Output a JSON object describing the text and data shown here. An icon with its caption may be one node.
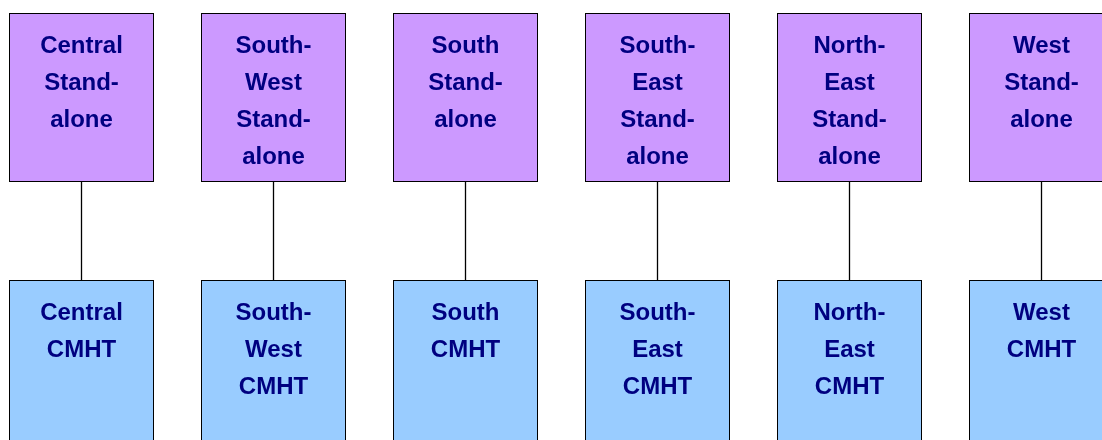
{
  "diagram": {
    "nodes": [
      {
        "text": [
          "Central Stand-alone"
        ]
      },
      {
        "text": [
          "South-West Stand-alone"
        ]
      },
      {
        "text": [
          "South Stand-alone"
        ]
      },
      {
        "text": [
          "South-East Stand-alone"
        ]
      },
      {
        "text": [
          "North-East Stand-alone"
        ]
      },
      {
        "text": [
          "West Stand-alone"
        ]
      },
      {
        "text": [
          "Central CMHT"
        ]
      },
      {
        "text": [
          "South-West CMHT"
        ]
      },
      {
        "text": [
          "South CMHT"
        ]
      },
      {
        "text": [
          "South-East CMHT"
        ]
      },
      {
        "text": [
          "North-East CMHT"
        ]
      },
      {
        "text": [
          "West CMHT"
        ]
      }
    ],
    "edges": [
      {
        "from": 0,
        "to": 6,
        "arrow": "none"
      },
      {
        "from": 1,
        "to": 7,
        "arrow": "none"
      },
      {
        "from": 2,
        "to": 8,
        "arrow": "none"
      },
      {
        "from": 3,
        "to": 9,
        "arrow": "none"
      },
      {
        "from": 4,
        "to": 10,
        "arrow": "none"
      },
      {
        "from": 5,
        "to": 11,
        "arrow": "none"
      }
    ]
  }
}
